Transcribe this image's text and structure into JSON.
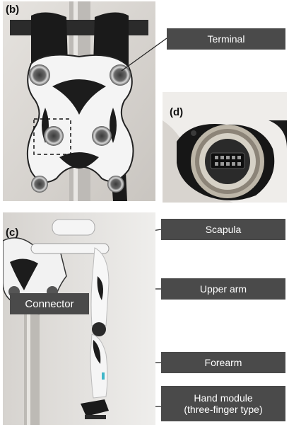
{
  "panels": {
    "b": {
      "label": "(b)"
    },
    "c": {
      "label": "(c)"
    },
    "d": {
      "label": "(d)"
    }
  },
  "callouts": {
    "terminal": "Terminal",
    "scapula": "Scapula",
    "upper_arm": "Upper arm",
    "forearm": "Forearm",
    "hand_module_line1": "Hand module",
    "hand_module_line2": "(three-finger type)",
    "connector": "Connector"
  }
}
